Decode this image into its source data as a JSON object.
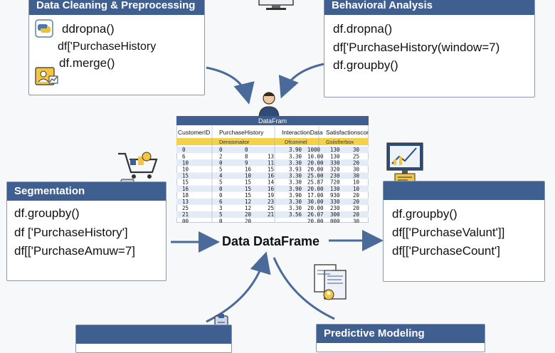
{
  "cards": {
    "cleaning": {
      "title": "Data Cleaning & Preprocessing",
      "lines": [
        "ddropna()",
        "df['PurchaseHistory",
        "df.merge()"
      ]
    },
    "behavioral": {
      "title": "Behavioral Analysis",
      "lines": [
        "df.dropna()",
        "df['PurchaseHistory(window=7)",
        "df.groupby()"
      ]
    },
    "segmentation": {
      "title": "Segmentation",
      "lines": [
        "df.groupby()",
        "df ['PurchaseHistory']",
        "df[['PurchaseAmuw=7]"
      ]
    },
    "right": {
      "title": "",
      "lines": [
        "df.groupby()",
        "df[['PurchaseValunt']]",
        "df[['PurchaseCount']"
      ]
    },
    "predictive": {
      "title": "Predictive Modeling"
    },
    "bottom_left": {
      "title": ""
    }
  },
  "dataframe": {
    "caption": "DataFram",
    "headers": [
      "CustomerID",
      "PurchaseHistory",
      "InteractionData",
      "Satisfactionscore"
    ],
    "subheaders": [
      "",
      "Denosmaitor",
      "Dfconmel",
      "Gsiisfierbox"
    ],
    "rows": [
      [
        "0",
        "0",
        "0",
        "",
        "3.90",
        "1000",
        "130",
        "30"
      ],
      [
        "6",
        "2",
        "8",
        "13",
        "3.30",
        "10.00",
        "130",
        "25"
      ],
      [
        "10",
        "0",
        "9",
        "11",
        "3.30",
        "20.00",
        "330",
        "20"
      ],
      [
        "10",
        "5",
        "16",
        "15",
        "3.93",
        "20.00",
        "320",
        "30"
      ],
      [
        "15",
        "4",
        "10",
        "16",
        "3.30",
        "25.00",
        "230",
        "30"
      ],
      [
        "15",
        "5",
        "15",
        "14",
        "3.30",
        "25.87",
        "720",
        "10"
      ],
      [
        "16",
        "0",
        "15",
        "16",
        "3.90",
        "20.00",
        "130",
        "10"
      ],
      [
        "18",
        "0",
        "15",
        "19",
        "3.90",
        "17.00",
        "930",
        "20"
      ],
      [
        "13",
        "6",
        "12",
        "23",
        "3.30",
        "30.00",
        "330",
        "20"
      ],
      [
        "25",
        "3",
        "12",
        "25",
        "3.30",
        "20.00",
        "230",
        "20"
      ],
      [
        "21",
        "5",
        "20",
        "21",
        "3.56",
        "26.07",
        "300",
        "20"
      ],
      [
        "00",
        "0",
        "20",
        "",
        "",
        "20.00",
        "000",
        "30"
      ]
    ]
  },
  "center_label": "Data DataFrame",
  "colors": {
    "header_blue": "#3e5f8f",
    "arrow_blue": "#4a6a9a",
    "table_header_yellow": "#f3d24a"
  }
}
